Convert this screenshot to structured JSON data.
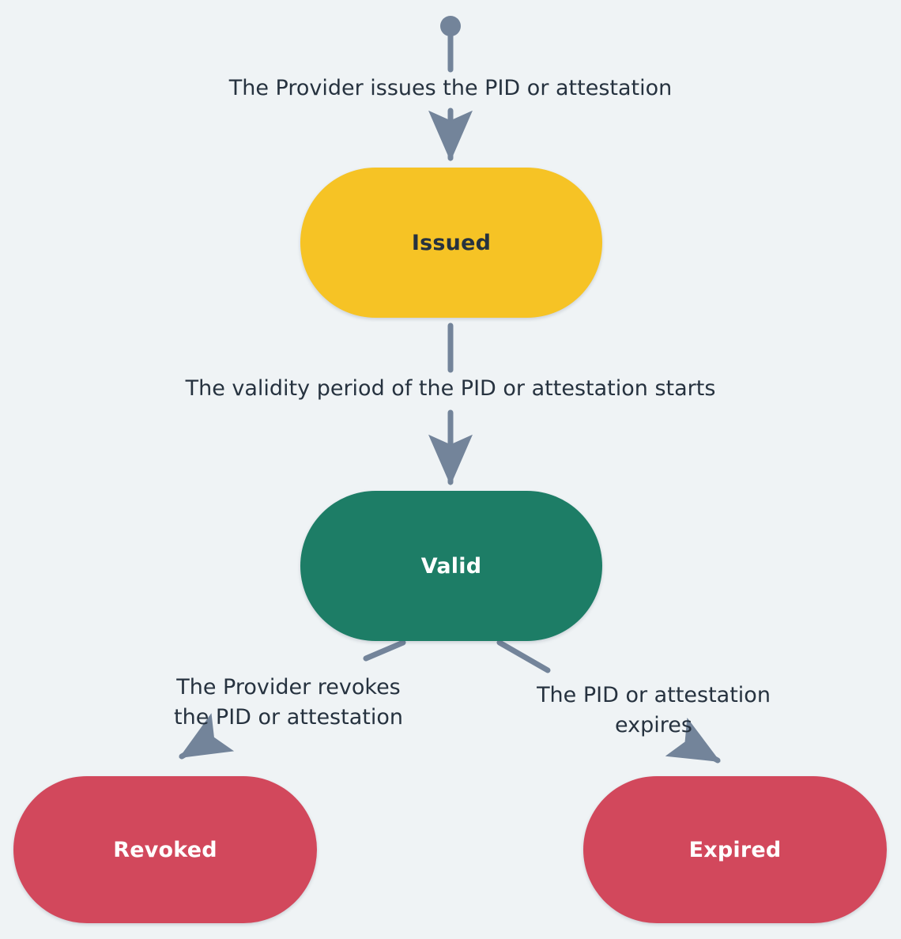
{
  "diagram": {
    "title": "PID or attestation lifecycle state diagram",
    "background_color": "#eff3f5",
    "edge_color": "#73849a",
    "nodes": [
      {
        "id": "start",
        "shape": "start-circle",
        "label": "",
        "color": "#73849a"
      },
      {
        "id": "issued",
        "shape": "stadium",
        "label": "Issued",
        "color": "#f6c325",
        "text_color": "#26323f"
      },
      {
        "id": "valid",
        "shape": "stadium",
        "label": "Valid",
        "color": "#1d7d66",
        "text_color": "#ffffff"
      },
      {
        "id": "revoked",
        "shape": "stadium",
        "label": "Revoked",
        "color": "#d2485c",
        "text_color": "#ffffff"
      },
      {
        "id": "expired",
        "shape": "stadium",
        "label": "Expired",
        "color": "#d2485c",
        "text_color": "#ffffff"
      }
    ],
    "edges": [
      {
        "from": "start",
        "to": "issued",
        "label": "The Provider issues the PID or attestation"
      },
      {
        "from": "issued",
        "to": "valid",
        "label": "The validity period of the PID or attestation starts"
      },
      {
        "from": "valid",
        "to": "revoked",
        "label": "The Provider revokes\nthe PID or attestation"
      },
      {
        "from": "valid",
        "to": "expired",
        "label": "The PID or attestation\nexpires"
      }
    ]
  }
}
